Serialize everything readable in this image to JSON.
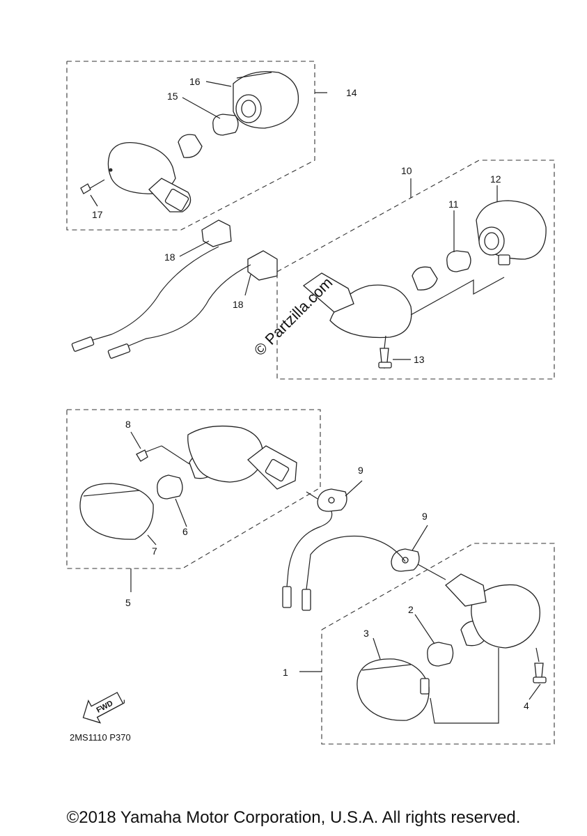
{
  "callouts": {
    "c1": "1",
    "c2": "2",
    "c3": "3",
    "c4": "4",
    "c5": "5",
    "c6": "6",
    "c7": "7",
    "c8": "8",
    "c9a": "9",
    "c9b": "9",
    "c10": "10",
    "c11": "11",
    "c12": "12",
    "c13": "13",
    "c14": "14",
    "c15": "15",
    "c16": "16",
    "c17": "17",
    "c18a": "18",
    "c18b": "18"
  },
  "watermark": "© Partzilla.com",
  "fwd_label": "FWD",
  "diagram_code": "2MS1110 P370",
  "copyright": "©2018 Yamaha Motor Corporation, U.S.A. All rights reserved."
}
